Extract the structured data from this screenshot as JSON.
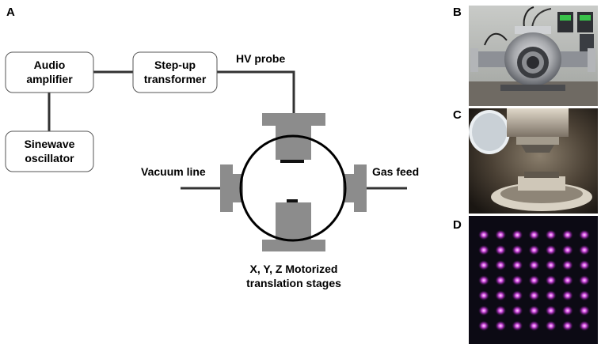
{
  "panels": {
    "a": "A",
    "b": "B",
    "c": "C",
    "d": "D"
  },
  "blocks": {
    "audio_amplifier": [
      "Audio",
      "amplifier"
    ],
    "stepup_transformer": [
      "Step-up",
      "transformer"
    ],
    "sinewave_oscillator": [
      "Sinewave",
      "oscillator"
    ]
  },
  "labels": {
    "hv_probe": "HV probe",
    "vacuum_line": "Vacuum line",
    "gas_feed": "Gas feed",
    "stages": [
      "X, Y, Z Motorized",
      "translation stages"
    ]
  },
  "colors": {
    "part_gray": "#8c8c8c",
    "line": "#333333",
    "plasma": "#d24fe0",
    "photo_bg": "#0c0a14"
  },
  "plasma_array": {
    "rows": 7,
    "cols": 7
  }
}
